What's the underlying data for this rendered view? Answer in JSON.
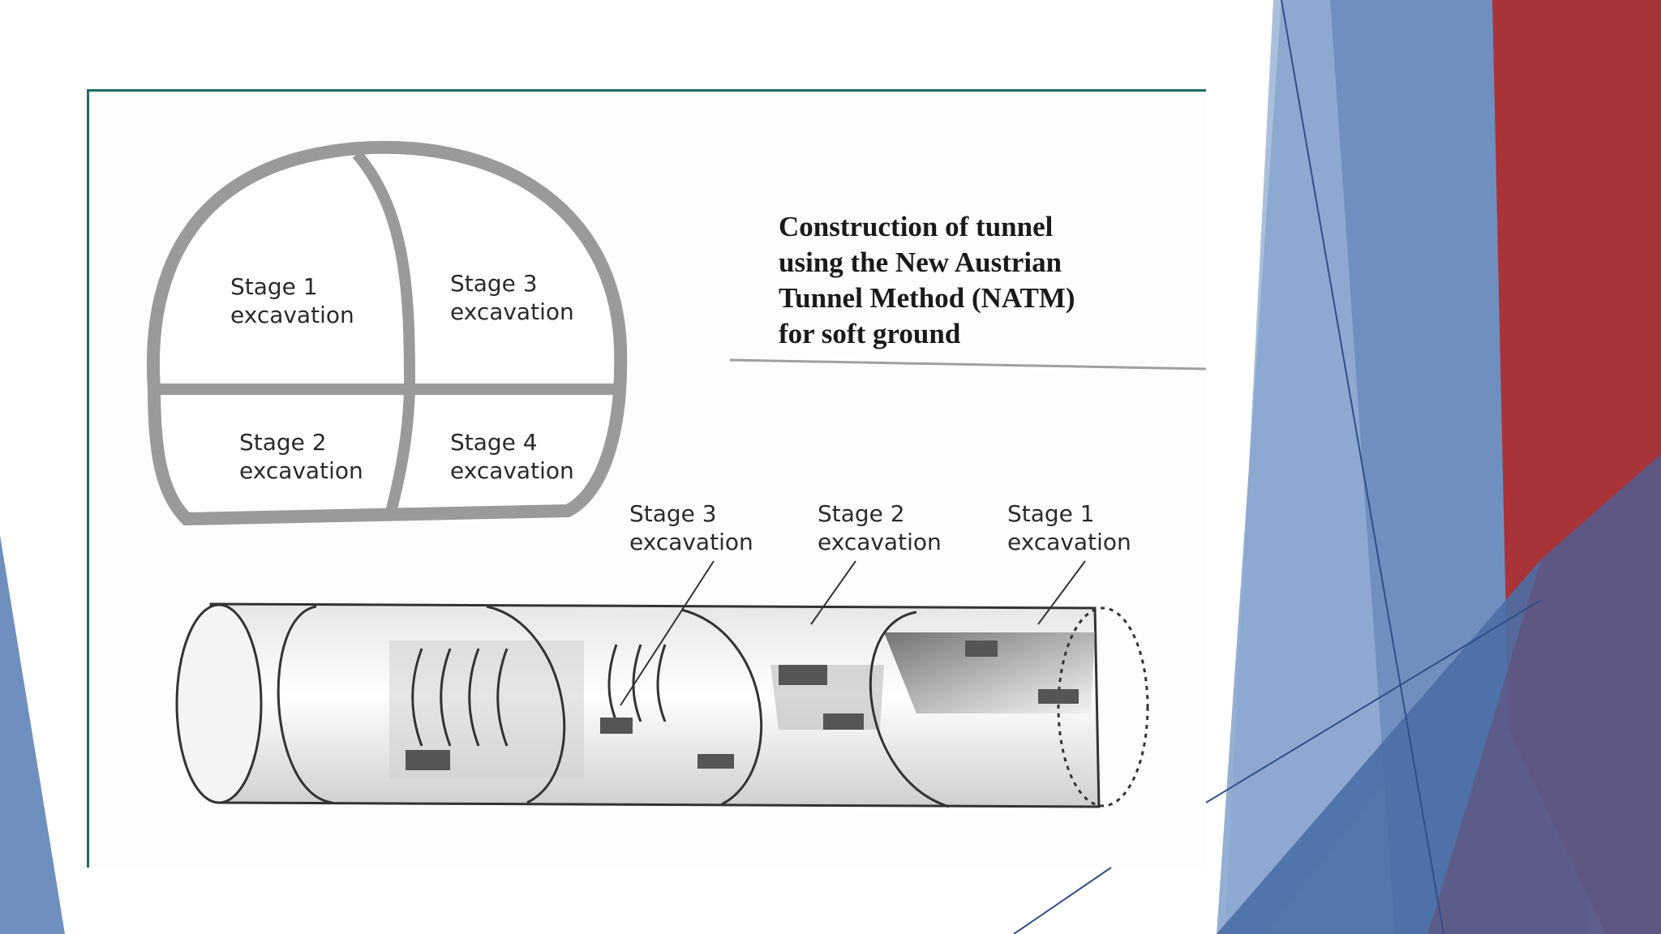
{
  "caption": {
    "lines": [
      "Construction of tunnel",
      "using the New Austrian",
      "Tunnel Method (NATM)",
      "for soft ground"
    ]
  },
  "cross_section": {
    "stage1": {
      "line1": "Stage 1",
      "line2": "excavation"
    },
    "stage3": {
      "line1": "Stage 3",
      "line2": "excavation"
    },
    "stage2": {
      "line1": "Stage 2",
      "line2": "excavation"
    },
    "stage4": {
      "line1": "Stage 4",
      "line2": "excavation"
    }
  },
  "longitudinal": {
    "stage3": {
      "line1": "Stage 3",
      "line2": "excavation"
    },
    "stage2": {
      "line1": "Stage 2",
      "line2": "excavation"
    },
    "stage1": {
      "line1": "Stage 1",
      "line2": "excavation"
    }
  },
  "colors": {
    "blue_light": "#a9bfdc",
    "blue_mid": "#6f8fbf",
    "blue_dark": "#4a6fa5",
    "red": "#a8343a",
    "purple": "#5b5a87",
    "frame": "#1d6b66"
  }
}
